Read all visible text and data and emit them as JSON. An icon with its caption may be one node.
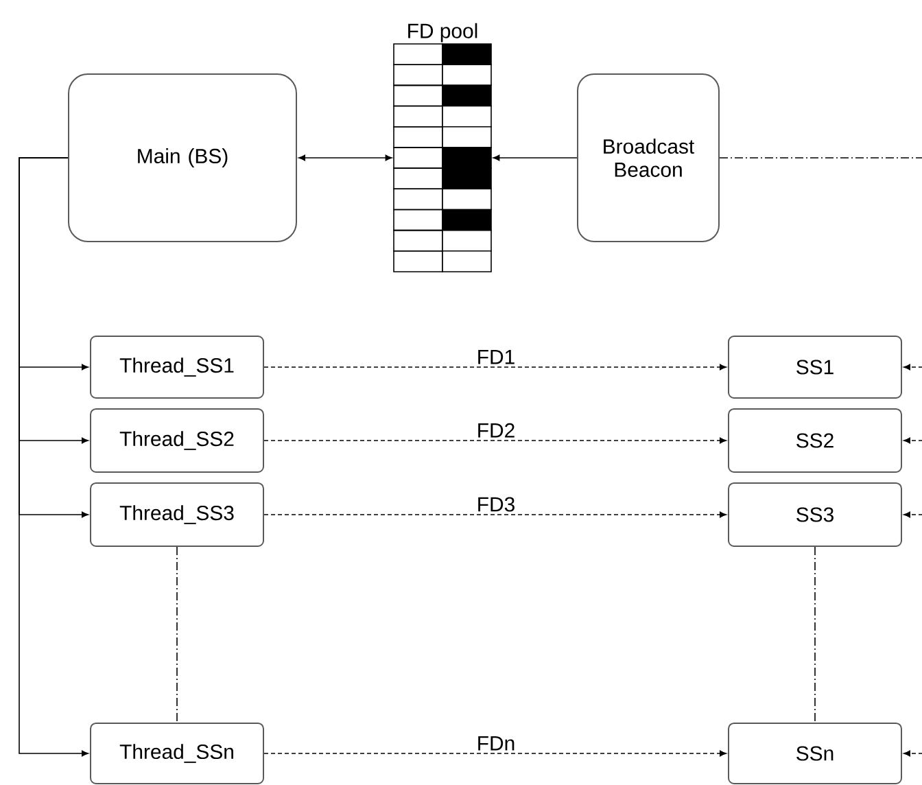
{
  "diagram": {
    "nodes": [
      {
        "text": [
          "Main (BS)"
        ]
      },
      {
        "text": [
          "FD pool"
        ]
      },
      {
        "text": [
          "Broadcast Beacon"
        ]
      },
      {
        "text": [
          "Thread_SS1"
        ]
      },
      {
        "text": [
          "SS1"
        ]
      },
      {
        "text": [
          "Thread_SS2"
        ]
      },
      {
        "text": [
          "SS2"
        ]
      },
      {
        "text": [
          "Thread_SS3"
        ]
      },
      {
        "text": [
          "SS3"
        ]
      },
      {
        "text": [
          "Thread_SSn"
        ]
      },
      {
        "text": [
          "SSn"
        ]
      }
    ],
    "edges": [
      {
        "from": 0,
        "to": 1,
        "arrow": "both"
      },
      {
        "from": 2,
        "to": 1,
        "arrow": "to"
      },
      {
        "from": 2,
        "to": null,
        "arrow": "none",
        "style": "dashed"
      },
      {
        "from": 0,
        "to": 3,
        "arrow": "to"
      },
      {
        "from": 0,
        "to": 5,
        "arrow": "to"
      },
      {
        "from": 0,
        "to": 7,
        "arrow": "to"
      },
      {
        "from": 0,
        "to": 9,
        "arrow": "to"
      },
      {
        "from": 3,
        "to": 4,
        "arrow": "to",
        "style": "dashed",
        "label": "FD1"
      },
      {
        "from": 5,
        "to": 6,
        "arrow": "to",
        "style": "dashed",
        "label": "FD2"
      },
      {
        "from": 7,
        "to": 8,
        "arrow": "to",
        "style": "dashed",
        "label": "FD3"
      },
      {
        "from": 9,
        "to": 10,
        "arrow": "to",
        "style": "dashed",
        "label": "FDn"
      },
      {
        "from": null,
        "to": 4,
        "arrow": "to",
        "style": "dashed"
      },
      {
        "from": null,
        "to": 6,
        "arrow": "to",
        "style": "dashed"
      },
      {
        "from": null,
        "to": 8,
        "arrow": "to",
        "style": "dashed"
      },
      {
        "from": null,
        "to": 10,
        "arrow": "to",
        "style": "dashed"
      },
      {
        "from": 7,
        "to": 9,
        "arrow": "none",
        "style": "dashed"
      },
      {
        "from": 8,
        "to": 10,
        "arrow": "none",
        "style": "dashed"
      }
    ]
  }
}
